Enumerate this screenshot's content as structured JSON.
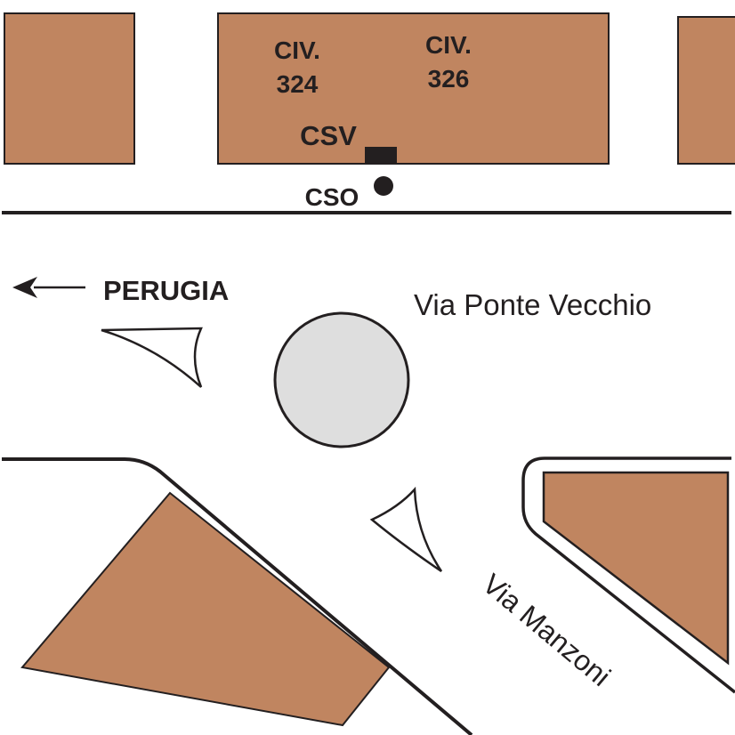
{
  "labels": {
    "civ_324_line1": "CIV.",
    "civ_324_line2": "324",
    "civ_326_line1": "CIV.",
    "civ_326_line2": "326",
    "csv": "CSV",
    "cso": "CSO",
    "perugia": "PERUGIA",
    "via_ponte_vecchio": "Via Ponte Vecchio",
    "via_manzoni": "Via Manzoni"
  },
  "colors": {
    "building": "#c08560",
    "outline": "#231f20",
    "roundabout": "#dedede",
    "background": "#ffffff"
  },
  "icons": {
    "direction": "arrow-left-icon",
    "csv_marker": "rectangle-marker",
    "cso_marker": "dot-marker"
  }
}
